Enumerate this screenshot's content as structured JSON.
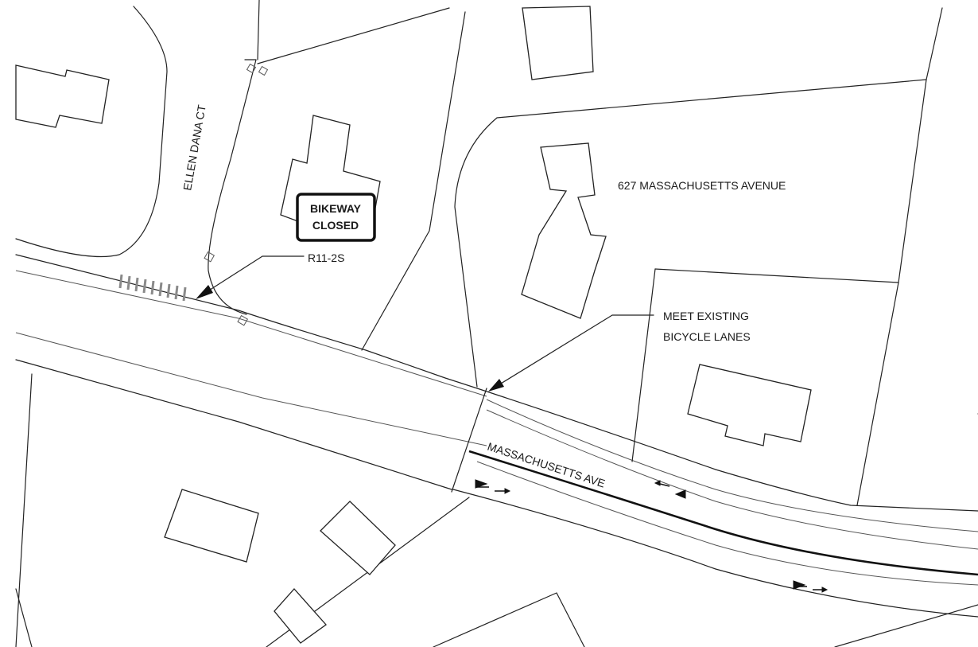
{
  "labels": {
    "street_ellen": "ELLEN DANA CT",
    "address": "627 MASSACHUSETTS AVENUE",
    "sign_code": "R11-2S",
    "note_line1": "MEET EXISTING",
    "note_line2": "BICYCLE LANES",
    "street_mass": "MASSACHUSETTS AVE"
  },
  "sign": {
    "line1": "BIKEWAY",
    "line2": "CLOSED"
  }
}
